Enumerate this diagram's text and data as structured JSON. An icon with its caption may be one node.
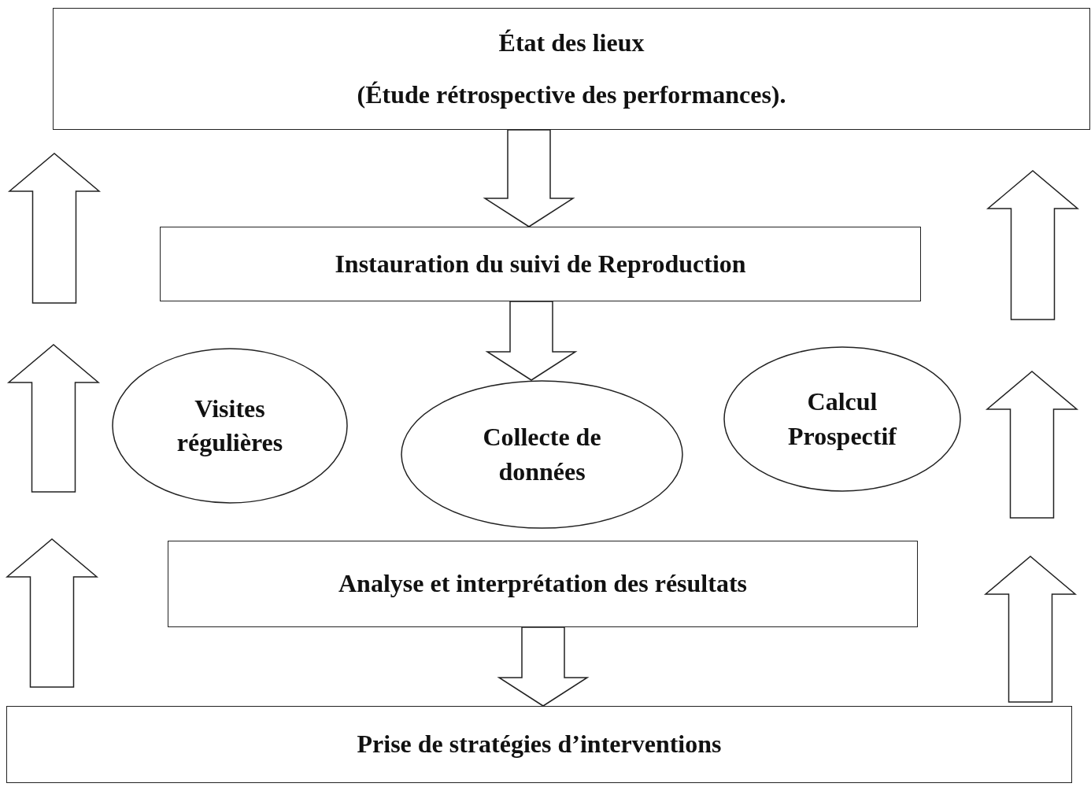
{
  "diagram": {
    "nodes": [
      {
        "text": [
          "État des lieux",
          "(Étude rétrospective des performances)."
        ]
      },
      {
        "text": [
          "Instauration du suivi de Reproduction"
        ]
      },
      {
        "text": [
          "Visites régulières"
        ]
      },
      {
        "text": [
          "Collecte de données"
        ]
      },
      {
        "text": [
          "Calcul Prospectif"
        ]
      },
      {
        "text": [
          "Analyse et interprétation des résultats"
        ]
      },
      {
        "text": [
          "Prise de stratégies d’interventions"
        ]
      }
    ],
    "edges": [
      {
        "from": 0,
        "to": 1,
        "arrow": "to"
      },
      {
        "from": 1,
        "to": 3,
        "arrow": "to"
      },
      {
        "from": 5,
        "to": 6,
        "arrow": "to"
      }
    ]
  }
}
